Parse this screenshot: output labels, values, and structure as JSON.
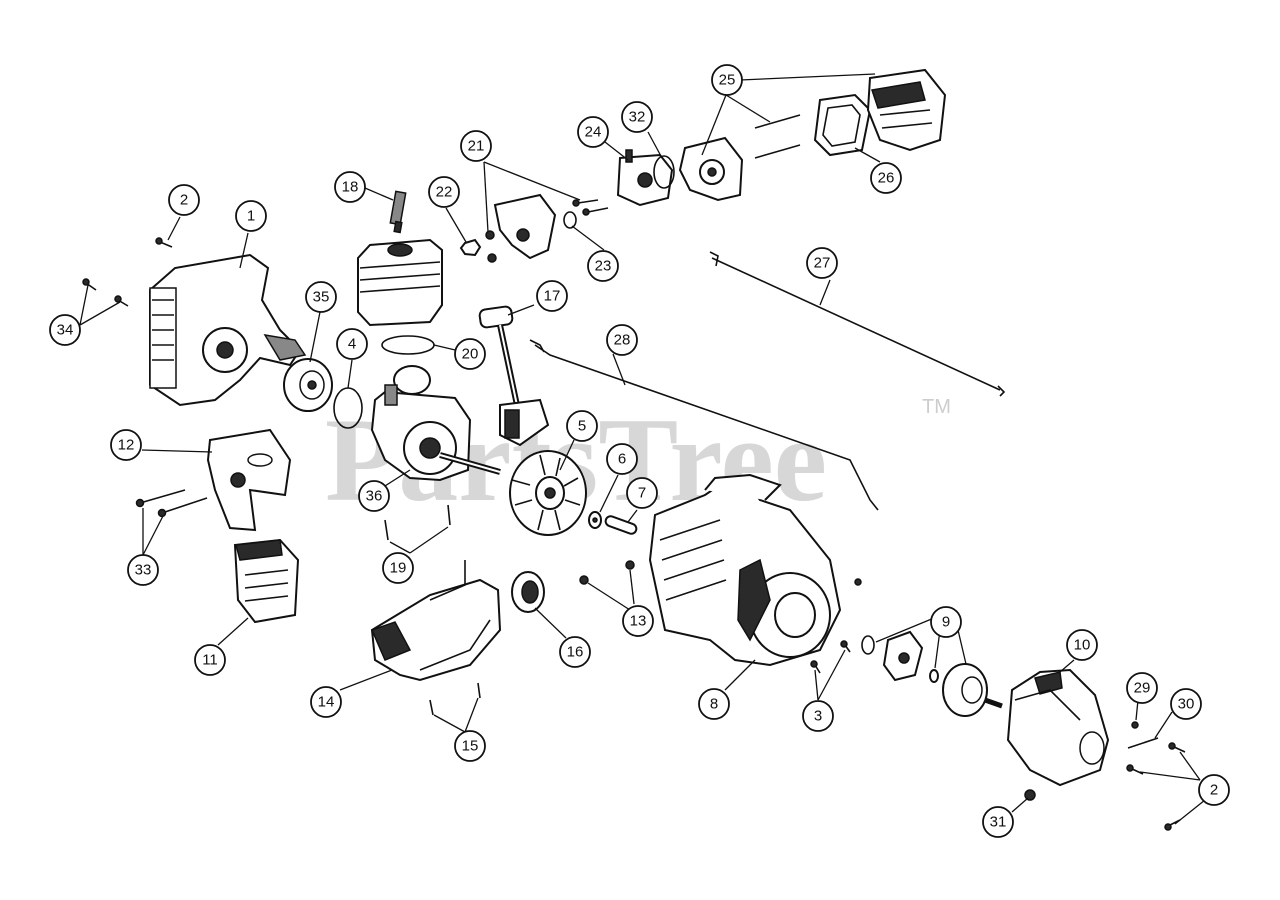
{
  "watermark": {
    "text": "PartsTree",
    "trademark": "TM"
  },
  "callouts": [
    {
      "id": "c1",
      "label": "1"
    },
    {
      "id": "c2a",
      "label": "2"
    },
    {
      "id": "c2b",
      "label": "2"
    },
    {
      "id": "c3",
      "label": "3"
    },
    {
      "id": "c4",
      "label": "4"
    },
    {
      "id": "c5",
      "label": "5"
    },
    {
      "id": "c6",
      "label": "6"
    },
    {
      "id": "c7",
      "label": "7"
    },
    {
      "id": "c8",
      "label": "8"
    },
    {
      "id": "c9",
      "label": "9"
    },
    {
      "id": "c10",
      "label": "10"
    },
    {
      "id": "c11",
      "label": "11"
    },
    {
      "id": "c12",
      "label": "12"
    },
    {
      "id": "c13",
      "label": "13"
    },
    {
      "id": "c14",
      "label": "14"
    },
    {
      "id": "c15",
      "label": "15"
    },
    {
      "id": "c16",
      "label": "16"
    },
    {
      "id": "c17",
      "label": "17"
    },
    {
      "id": "c18",
      "label": "18"
    },
    {
      "id": "c19",
      "label": "19"
    },
    {
      "id": "c20",
      "label": "20"
    },
    {
      "id": "c21",
      "label": "21"
    },
    {
      "id": "c22",
      "label": "22"
    },
    {
      "id": "c23",
      "label": "23"
    },
    {
      "id": "c24",
      "label": "24"
    },
    {
      "id": "c25",
      "label": "25"
    },
    {
      "id": "c26",
      "label": "26"
    },
    {
      "id": "c27",
      "label": "27"
    },
    {
      "id": "c28",
      "label": "28"
    },
    {
      "id": "c29",
      "label": "29"
    },
    {
      "id": "c30",
      "label": "30"
    },
    {
      "id": "c31",
      "label": "31"
    },
    {
      "id": "c32",
      "label": "32"
    },
    {
      "id": "c33",
      "label": "33"
    },
    {
      "id": "c34",
      "label": "34"
    },
    {
      "id": "c35",
      "label": "35"
    },
    {
      "id": "c36",
      "label": "36"
    }
  ]
}
